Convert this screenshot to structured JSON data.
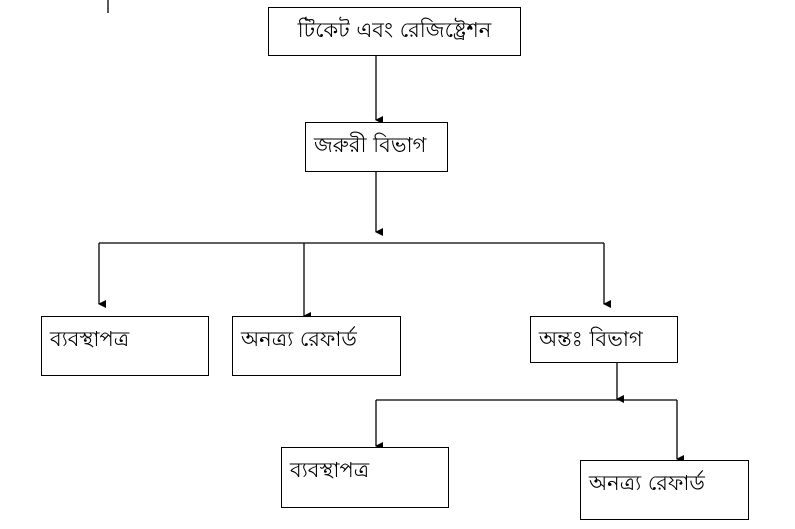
{
  "nodes": {
    "root": "টিকেট এবং রেজিষ্ট্রেশন",
    "emergency": "জরুরী বিভাগ",
    "prescription1": "ব্যবস্থাপত্র",
    "referred1": "অনত্র্য রেফার্ড",
    "indoor": "অন্তঃ বিভাগ",
    "prescription2": "ব্যবস্থাপত্র",
    "referred2": "অনত্র্য রেফার্ড"
  }
}
